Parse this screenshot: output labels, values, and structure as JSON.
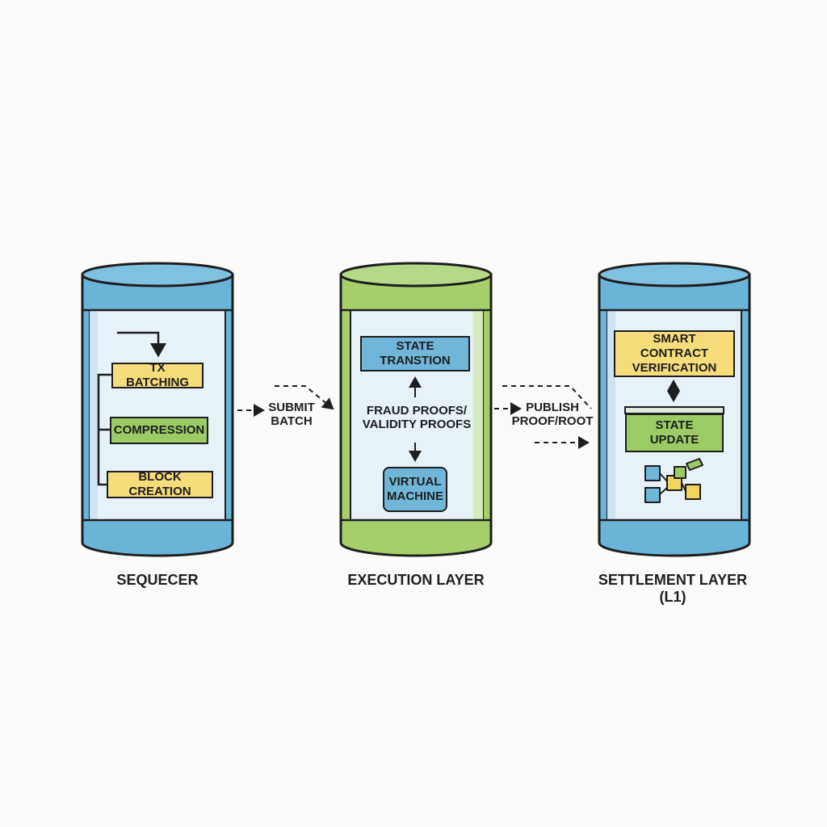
{
  "layers": [
    {
      "caption": "SEQUECER",
      "accent": "#6ab4d8",
      "steps": [
        "TX BATCHING",
        "COMPRESSION",
        "BLOCK CREATION"
      ]
    },
    {
      "caption": "EXECUTION LAYER",
      "accent": "#a6cf6c",
      "top_box": "STATE TRANSTION",
      "proofs_label": "FRAUD PROOFS/\nVALIDITY PROOFS",
      "bottom_box": "VIRTUAL\nMACHINE"
    },
    {
      "caption": "SETTLEMENT LAYER\n(L1)",
      "accent": "#6ab4d8",
      "top_box": "SMART CONTRACT\nVERIFICATION",
      "bottom_box": "STATE UPDATE",
      "icon": "blocks-icon"
    }
  ],
  "flows": [
    {
      "label": "SUBMIT\nBATCH"
    },
    {
      "label": "PUBLISH\nPROOF/ROOT"
    }
  ],
  "colors": {
    "outline": "#1e1e1e",
    "inner_panel": "#e6f1f8",
    "yellow": "#f7dc7c",
    "green": "#9ccb66",
    "blue": "#6fb6d9"
  }
}
